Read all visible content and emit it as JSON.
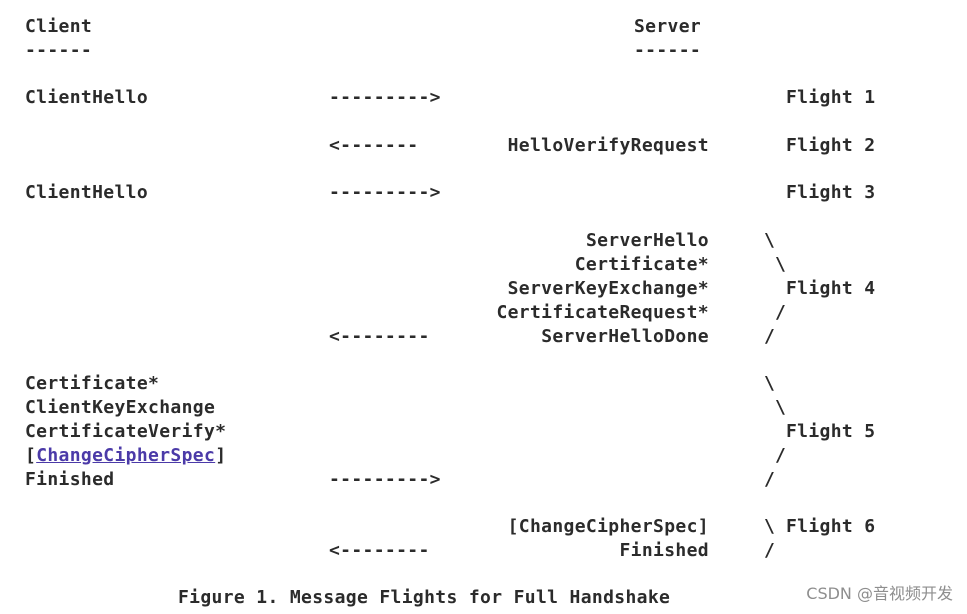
{
  "header": {
    "client_title": "Client",
    "client_rule": "------",
    "server_title": "Server",
    "server_rule": "------"
  },
  "flights": [
    {
      "left": [
        "ClientHello"
      ],
      "arrow": "--------->",
      "server": [],
      "brackets": [],
      "label": "Flight 1"
    },
    {
      "left": [],
      "arrow": "<-------",
      "server": [
        "HelloVerifyRequest"
      ],
      "brackets": [],
      "label": "Flight 2"
    },
    {
      "left": [
        "ClientHello"
      ],
      "arrow": "--------->",
      "server": [],
      "brackets": [],
      "label": "Flight 3"
    },
    {
      "left": [],
      "arrow": "<--------",
      "server": [
        "ServerHello",
        "Certificate*",
        "ServerKeyExchange*",
        "CertificateRequest*",
        "ServerHelloDone"
      ],
      "brackets": [
        "\\",
        "\\",
        "",
        "/",
        "/"
      ],
      "label": "Flight 4"
    },
    {
      "left": [
        "Certificate*",
        "ClientKeyExchange",
        "CertificateVerify*",
        "[ChangeCipherSpec]",
        "Finished"
      ],
      "arrow": "--------->",
      "server": [],
      "brackets": [
        "\\",
        "\\",
        "",
        "/",
        "/"
      ],
      "label": "Flight 5"
    },
    {
      "left": [],
      "arrow": "<--------",
      "server": [
        "[ChangeCipherSpec]",
        "Finished"
      ],
      "brackets": [
        "\\",
        "/"
      ],
      "label": "Flight 6"
    }
  ],
  "link_text": "ChangeCipherSpec",
  "caption": "Figure 1. Message Flights for Full Handshake",
  "watermark": "CSDN @音视频开发"
}
